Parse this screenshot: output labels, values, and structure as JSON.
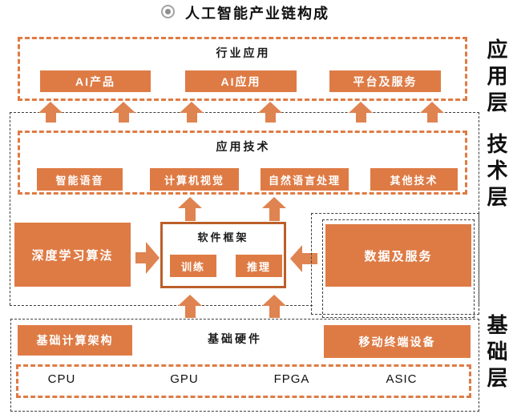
{
  "title": "人工智能产业链构成",
  "side_labels": {
    "application": "应用层",
    "technology": "技术层",
    "foundation": "基础层"
  },
  "application_layer": {
    "title": "行业应用",
    "items": [
      "AI产品",
      "AI应用",
      "平台及服务"
    ]
  },
  "technology_layer": {
    "app_tech": {
      "title": "应用技术",
      "items": [
        "智能语音",
        "计算机视觉",
        "自然语言处理",
        "其他技术"
      ]
    },
    "deep_learning": "深度学习算法",
    "framework": {
      "title": "软件框架",
      "items": [
        "训练",
        "推理"
      ]
    },
    "data_services": "数据及服务"
  },
  "foundation_layer": {
    "title": "基础硬件",
    "left_box": "基础计算架构",
    "right_box": "移动终端设备",
    "chips": [
      "CPU",
      "GPU",
      "FPGA",
      "ASIC"
    ]
  },
  "icons": {
    "title_bullet": "target-icon"
  },
  "colors": {
    "box_orange": "#DE7B45",
    "arrow_orange": "#DF8350",
    "orange_dash": "#DF7B44",
    "framework_border": "#BC5F2A",
    "black_dash": "#3d3d3d"
  }
}
